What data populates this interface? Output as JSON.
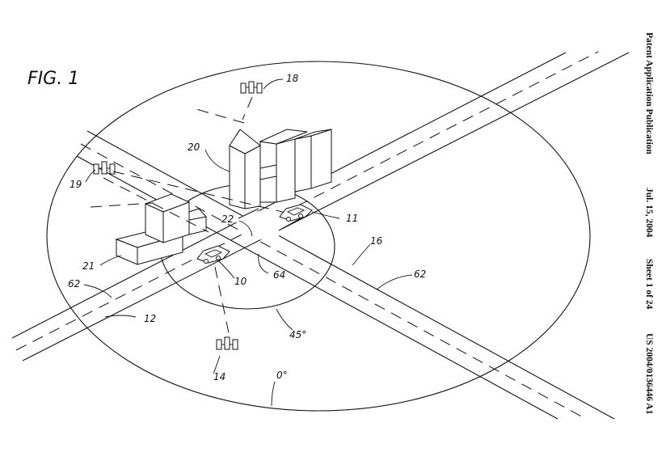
{
  "figure": {
    "label": "FIG.   1"
  },
  "header": {
    "publication_type": "Patent Application Publication",
    "date": "Jul. 15, 2004",
    "sheet": "Sheet 1 of 24",
    "number": "US 2004/0136446 A1"
  },
  "refs": {
    "r10": "10",
    "r11": "11",
    "r12": "12",
    "r14": "14",
    "r16": "16",
    "r18": "18",
    "r19": "19",
    "r20": "20",
    "r21": "21",
    "r22": "22",
    "r62a": "62",
    "r62b": "62",
    "r64": "64",
    "deg45": "45°",
    "deg0": "0°"
  },
  "icons": {
    "satellite_18": "satellite-icon",
    "satellite_19": "satellite-icon",
    "satellite_14": "satellite-icon",
    "vehicle_10": "car-icon",
    "vehicle_11": "car-icon",
    "building_20": "building-icon",
    "building_21": "building-icon"
  },
  "colors": {
    "ink": "#111111",
    "paper": "#ffffff"
  }
}
